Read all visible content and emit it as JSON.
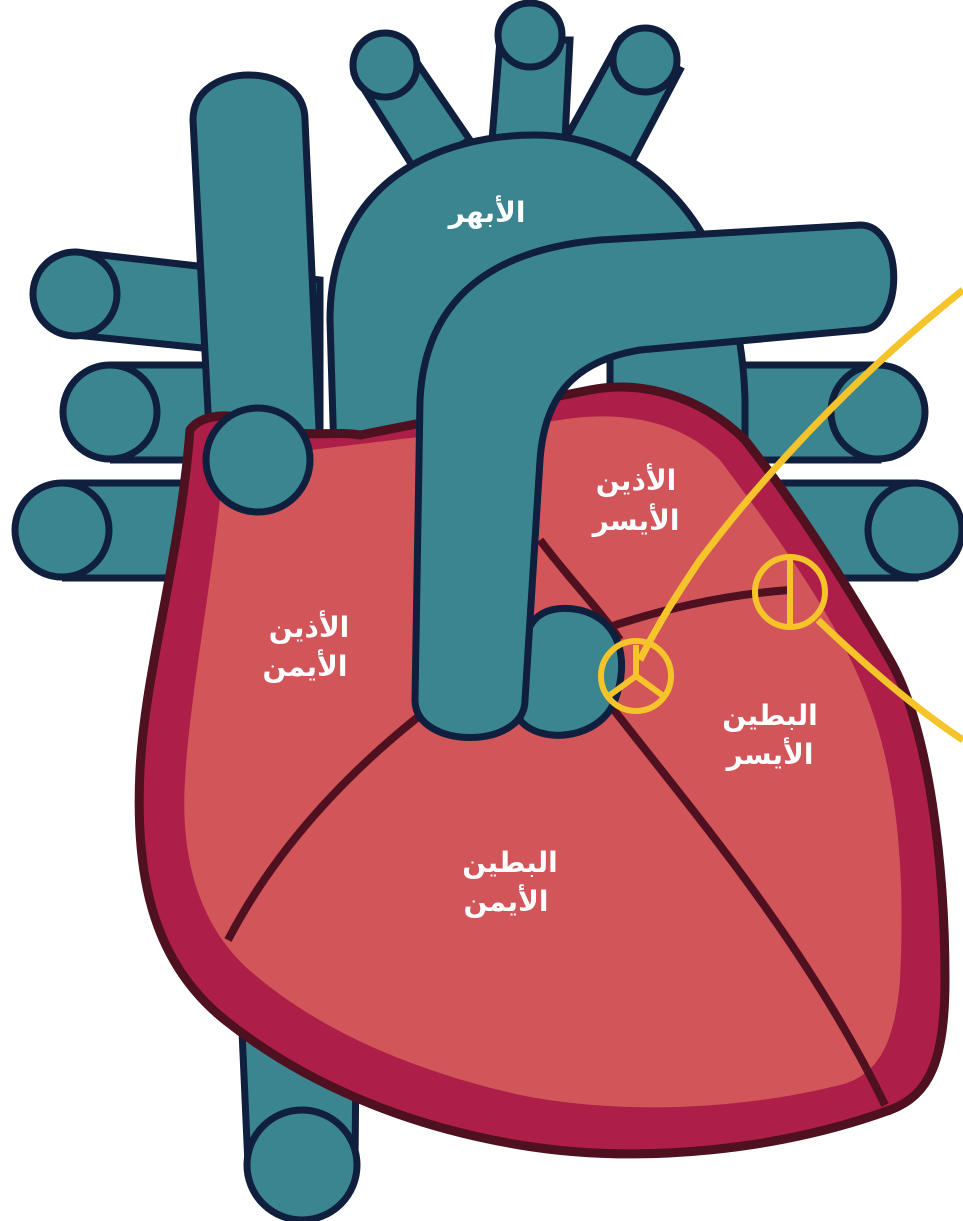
{
  "labels": {
    "aorta": "الأبهر",
    "left_atrium_1": "الأذين",
    "left_atrium_2": "الأيسر",
    "right_atrium_1": "الأذين",
    "right_atrium_2": "الأيمن",
    "left_ventricle_1": "البطين",
    "left_ventricle_2": "الأيسر",
    "right_ventricle_1": "البطين",
    "right_ventricle_2": "الأيمن"
  },
  "colors": {
    "vessel": "#3a8590",
    "outline": "#0f1f3d",
    "heart_outer": "#ad1e48",
    "heart_inner": "#d2555a",
    "heart_stroke": "#4f1020",
    "conduction": "#f5c42a"
  }
}
